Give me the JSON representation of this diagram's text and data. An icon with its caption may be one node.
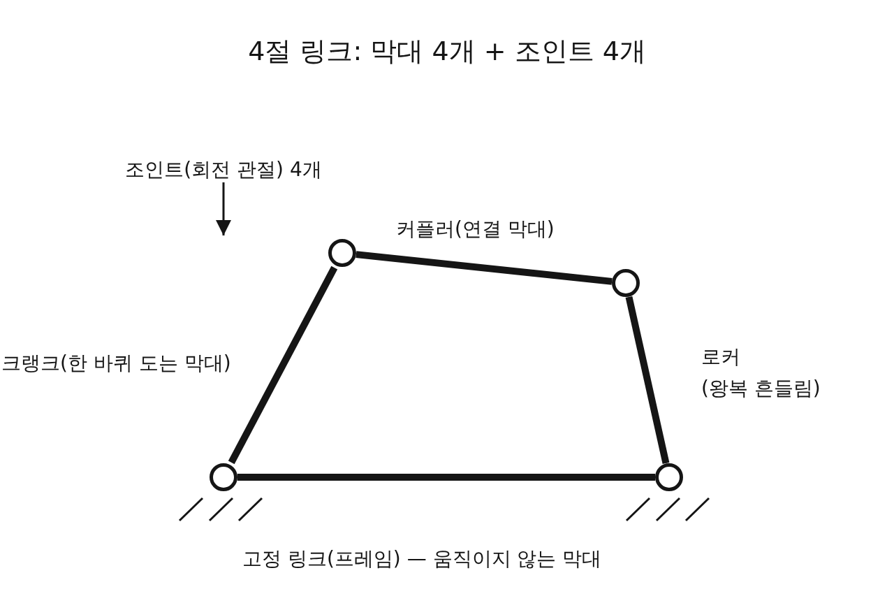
{
  "diagram": {
    "title": "4절 링크: 막대 4개 + 조인트 4개",
    "nodes": [
      {
        "text": [
          "조인트(회전 관절) 4개"
        ]
      },
      {
        "text": [],
        "shape": "circle"
      },
      {
        "text": [],
        "shape": "circle"
      },
      {
        "text": [],
        "shape": "circle"
      },
      {
        "text": [],
        "shape": "circle"
      }
    ],
    "edges": [
      {
        "from": 0,
        "to": null,
        "arrow": "to"
      },
      {
        "from": 3,
        "to": 1,
        "arrow": "none"
      },
      {
        "from": 1,
        "to": 2,
        "arrow": "none"
      },
      {
        "from": 2,
        "to": 4,
        "arrow": "none"
      },
      {
        "from": 3,
        "to": 4,
        "arrow": "none"
      }
    ],
    "labels": [
      "커플러(연결 막대)",
      "크랭크(한 바퀴 도는 막대)",
      "로커 (왕복 흔들림)",
      "고정 링크(프레임) — 움직이지 않는 막대"
    ]
  }
}
